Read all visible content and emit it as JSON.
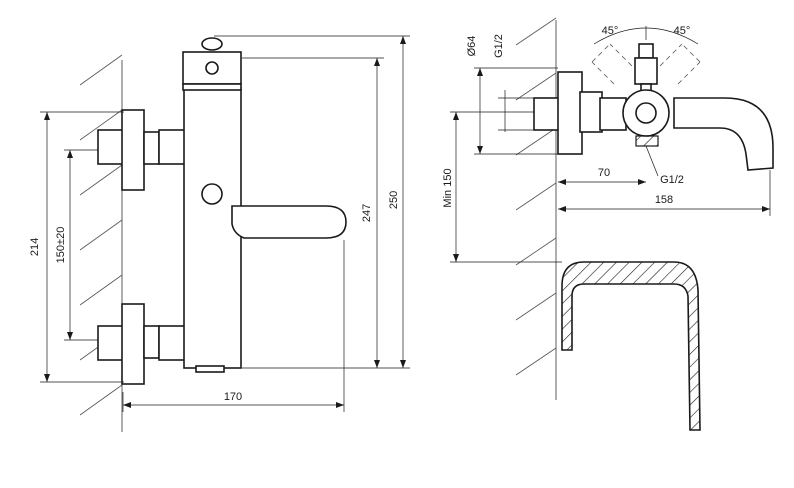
{
  "front_view": {
    "dim_width": "170",
    "dim_214": "214",
    "dim_150": "150±20",
    "dim_247": "247",
    "dim_250": "250"
  },
  "side_view": {
    "dim_d64": "Ø64",
    "dim_g12_top": "G1/2",
    "dim_g12_bottom": "G1/2",
    "dim_min150": "Min 150",
    "dim_70": "70",
    "dim_158": "158",
    "angle_left": "45°",
    "angle_right": "45°"
  }
}
